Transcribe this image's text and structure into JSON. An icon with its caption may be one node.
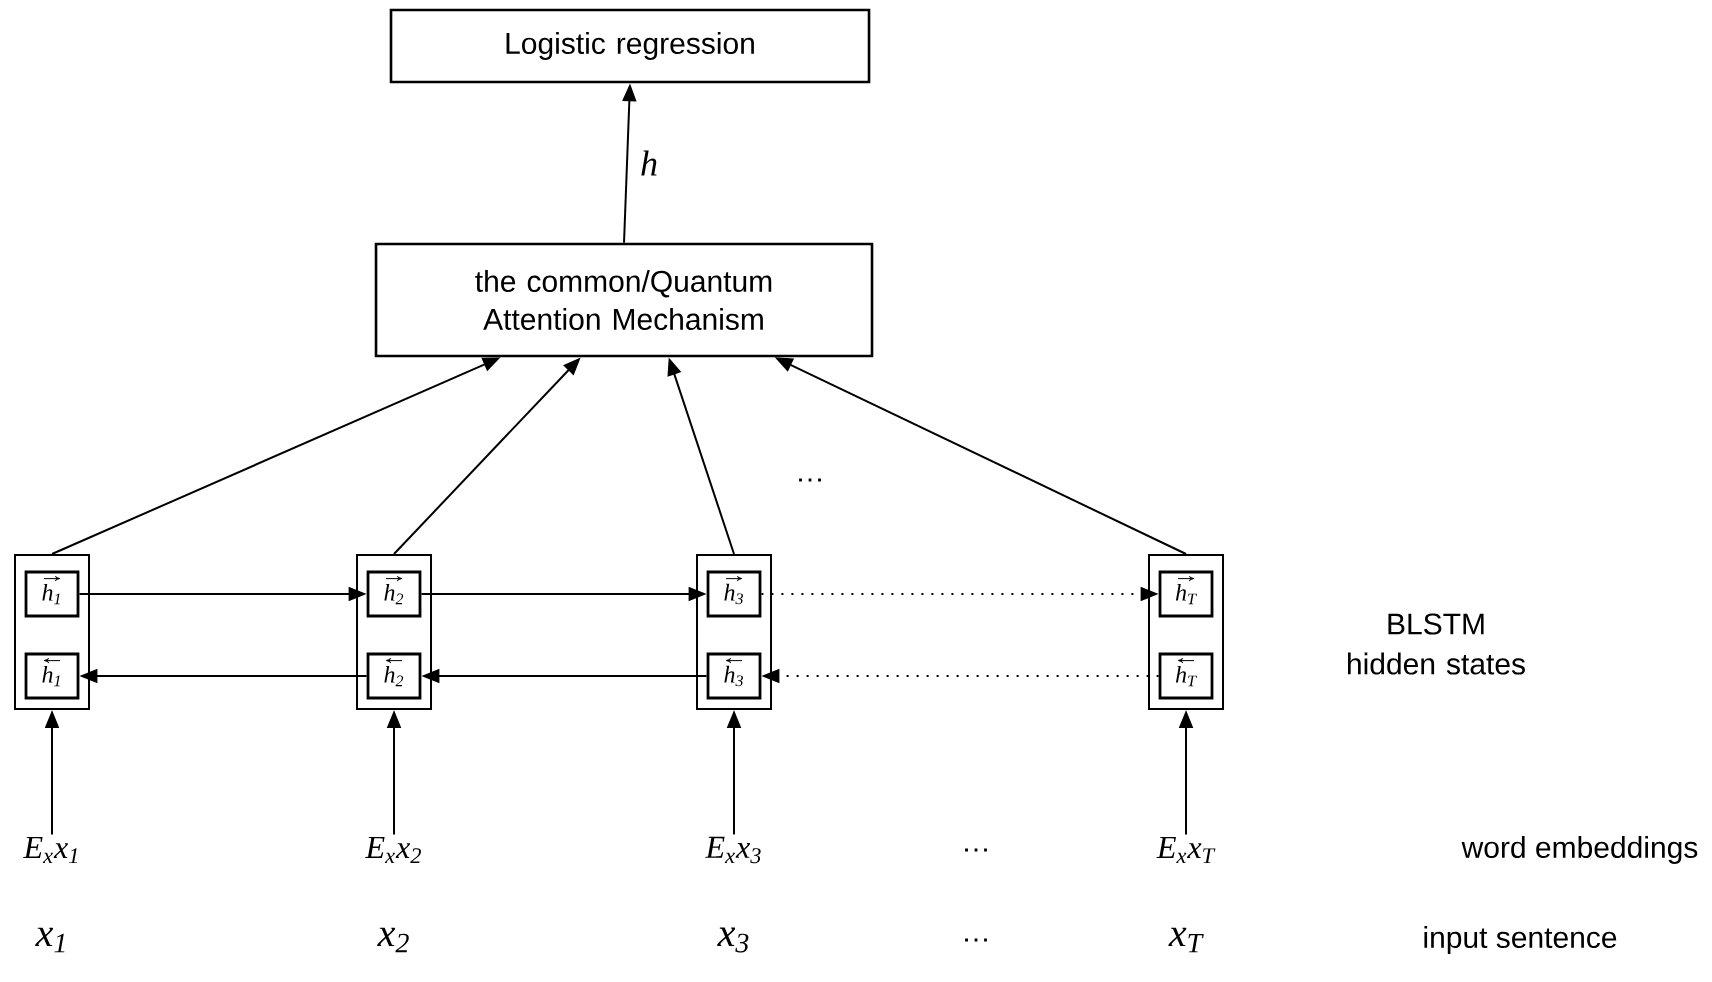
{
  "diagram": {
    "nodes": [
      {
        "text": [
          "Logistic regression"
        ]
      },
      {
        "text": [
          "the common/Quantum Attention Mechanism"
        ]
      },
      {
        "text": [],
        "shape": "box"
      },
      {
        "text": [
          "h$_{1}$"
        ],
        "in": 2
      },
      {
        "text": [
          "h$_{1}$"
        ],
        "in": 2
      },
      {
        "text": [],
        "shape": "box"
      },
      {
        "text": [
          "h$_{2}$"
        ],
        "in": 5
      },
      {
        "text": [
          "h$_{2}$"
        ],
        "in": 5
      },
      {
        "text": [],
        "shape": "box"
      },
      {
        "text": [
          "h$_{3}$"
        ],
        "in": 8
      },
      {
        "text": [
          "h$_{3}$"
        ],
        "in": 8
      },
      {
        "text": [],
        "shape": "box"
      },
      {
        "text": [
          "h$_{T}$"
        ],
        "in": 11
      },
      {
        "text": [
          "h$_{T}$"
        ],
        "in": 11
      },
      {
        "text": [
          "E$_{x}$x$_{1}$"
        ]
      },
      {
        "text": [
          "E$_{x}$x$_{2}$"
        ]
      },
      {
        "text": [
          "E$_{x}$x$_{3}$"
        ]
      },
      {
        "text": [
          "E$_{x}$x$_{T}$"
        ]
      }
    ],
    "edges": [
      {
        "from": 1,
        "to": 0,
        "arrow": "to",
        "label": "h"
      },
      {
        "from": 2,
        "to": 1,
        "arrow": "to"
      },
      {
        "from": 5,
        "to": 1,
        "arrow": "to"
      },
      {
        "from": 8,
        "to": 1,
        "arrow": "to"
      },
      {
        "from": 11,
        "to": 1,
        "arrow": "to"
      },
      {
        "from": 3,
        "to": 6,
        "arrow": "to"
      },
      {
        "from": 6,
        "to": 9,
        "arrow": "to"
      },
      {
        "from": 9,
        "to": 12,
        "arrow": "to",
        "style": "dashed"
      },
      {
        "from": 7,
        "to": 4,
        "arrow": "to"
      },
      {
        "from": 10,
        "to": 7,
        "arrow": "to"
      },
      {
        "from": 13,
        "to": 10,
        "arrow": "to",
        "style": "dashed"
      },
      {
        "from": 14,
        "to": 2,
        "arrow": "to"
      },
      {
        "from": 15,
        "to": 5,
        "arrow": "to"
      },
      {
        "from": 16,
        "to": 8,
        "arrow": "to"
      },
      {
        "from": 17,
        "to": 11,
        "arrow": "to"
      }
    ],
    "labels": [
      "…",
      "BLSTM hidden states",
      "…",
      "word embeddings",
      "x$_{1}$",
      "x$_{2}$",
      "x$_{3}$",
      "…",
      "x$_{T}$",
      "input sentence"
    ]
  }
}
